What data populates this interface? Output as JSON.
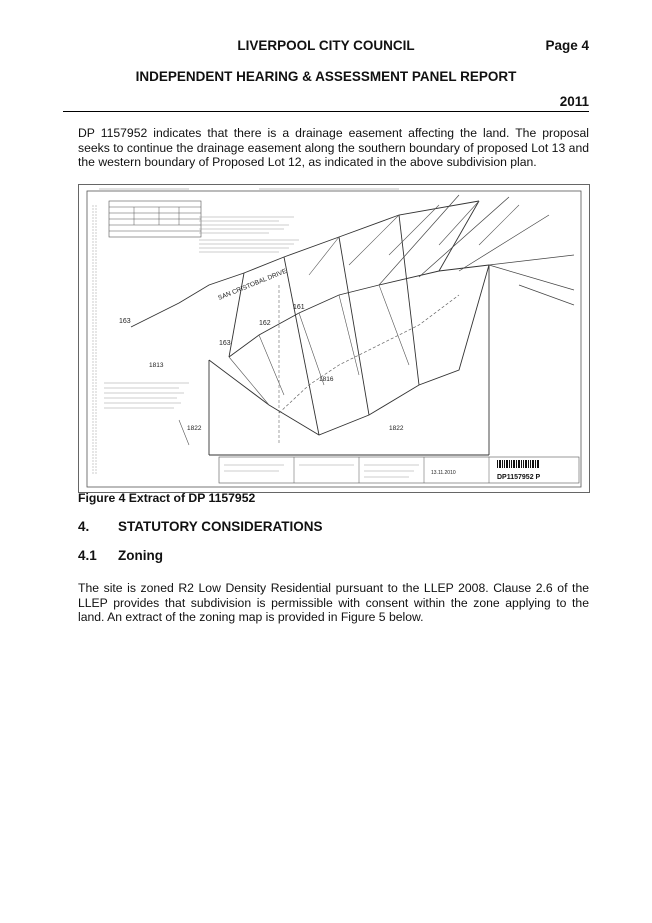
{
  "header": {
    "council": "LIVERPOOL CITY COUNCIL",
    "page": "Page 4",
    "report_title": "INDEPENDENT HEARING & ASSESSMENT PANEL REPORT",
    "year": "2011"
  },
  "intro_paragraph": "DP 1157952 indicates that there is a drainage easement affecting the land. The proposal seeks to continue the drainage easement along the southern boundary of proposed Lot 13 and the western boundary of Proposed Lot 12, as indicated in the above subdivision plan.",
  "figure": {
    "caption": "Figure 4 Extract of DP 1157952",
    "plan": {
      "street": "SAN CRISTOBAL DRIVE",
      "lots": [
        "163",
        "162",
        "161",
        "1816",
        "1813",
        "1822",
        "1822"
      ],
      "plan_number": "DP1157952 P",
      "date": "13.11.2010"
    }
  },
  "section4": {
    "number": "4.",
    "title": "STATUTORY CONSIDERATIONS"
  },
  "section41": {
    "number": "4.1",
    "title": "Zoning"
  },
  "zoning_paragraph": "The site is zoned R2 Low Density Residential pursuant to the LLEP 2008. Clause 2.6 of the LLEP provides that subdivision is permissible with consent within the zone applying to the land. An extract of the zoning map is provided in Figure 5 below."
}
